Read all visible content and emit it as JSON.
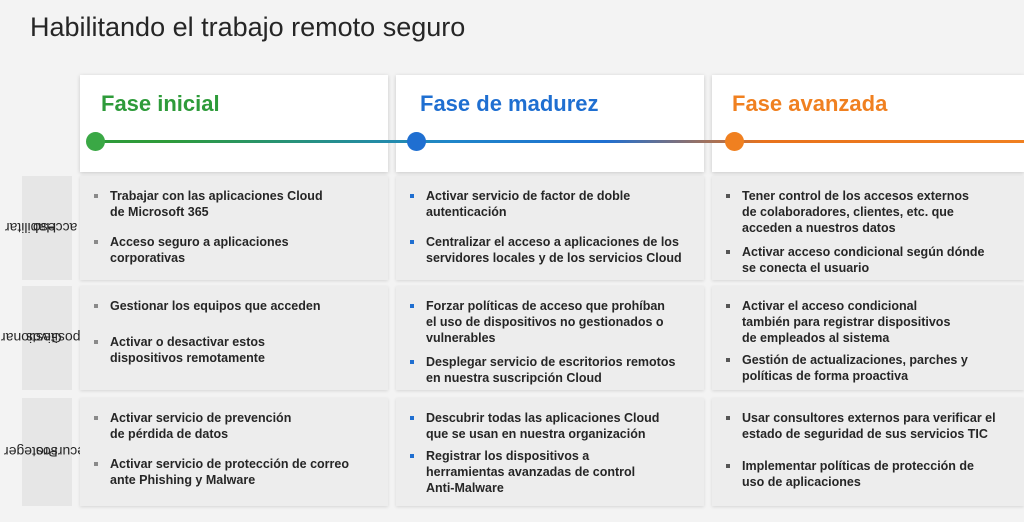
{
  "title": "Habilitando el trabajo remoto seguro",
  "colors": {
    "green": "#2e9b3a",
    "blue": "#1f6fd1",
    "orange": "#f08020"
  },
  "phases": [
    {
      "label": "Fase inicial",
      "color": "#2e9b3a"
    },
    {
      "label": "Fase de madurez",
      "color": "#1f6fd1"
    },
    {
      "label": "Fase avanzada",
      "color": "#f08020"
    }
  ],
  "rows": [
    {
      "label_line1": "Habilitar",
      "label_line2": "el acceso",
      "cells": [
        {
          "items": [
            {
              "l1": "Trabajar con las aplicaciones Cloud",
              "l2": "de Microsoft 365"
            },
            {
              "l1": "Acceso seguro a aplicaciones",
              "l2": "corporativas"
            }
          ]
        },
        {
          "items": [
            {
              "l1": "Activar servicio de factor de doble",
              "l2": "autenticación"
            },
            {
              "l1": "Centralizar el acceso a aplicaciones de los",
              "l2": "servidores locales y de los servicios Cloud"
            }
          ]
        },
        {
          "items": [
            {
              "l1": "Tener control de los accesos externos",
              "l2": "de colaboradores, clientes, etc. que",
              "l3": "acceden a nuestros datos"
            },
            {
              "l1": "Activar acceso condicional según dónde",
              "l2": "se conecta el usuario"
            }
          ]
        }
      ]
    },
    {
      "label_line1": "Gestionar",
      "label_line2": "Dispositivos",
      "cells": [
        {
          "items": [
            {
              "l1": "Gestionar los equipos que acceden"
            },
            {
              "l1": "Activar o  desactivar estos",
              "l2": "dispositivos remotamente"
            }
          ]
        },
        {
          "items": [
            {
              "l1": "Forzar políticas de acceso que prohíban",
              "l2": "el uso de dispositivos no gestionados o",
              "l3": "vulnerables"
            },
            {
              "l1": "Desplegar servicio de escritorios remotos",
              "l2": "en nuestra suscripción Cloud"
            }
          ]
        },
        {
          "items": [
            {
              "l1": "Activar el acceso condicional",
              "l2": "también para registrar dispositivos",
              "l3": "de empleados al sistema"
            },
            {
              "l1": "Gestión de actualizaciones, parches y",
              "l2": "políticas de forma proactiva"
            }
          ]
        }
      ]
    },
    {
      "label_line1": "Proteger",
      "label_line2": "recursos",
      "cells": [
        {
          "items": [
            {
              "l1": "Activar servicio de prevención",
              "l2": "de pérdida de datos"
            },
            {
              "l1": "Activar servicio de protección de correo",
              "l2": "ante Phishing y Malware"
            }
          ]
        },
        {
          "items": [
            {
              "l1": "Descubrir todas las aplicaciones Cloud",
              "l2": "que se usan en nuestra organización"
            },
            {
              "l1": "Registrar los dispositivos a",
              "l2": "herramientas avanzadas de control",
              "l3": "Anti-Malware"
            }
          ]
        },
        {
          "items": [
            {
              "l1": "Usar consultores externos para verificar el",
              "l2": "estado de seguridad de sus servicios TIC"
            },
            {
              "l1": "Implementar políticas de protección de",
              "l2": "uso de aplicaciones"
            }
          ]
        }
      ]
    }
  ]
}
